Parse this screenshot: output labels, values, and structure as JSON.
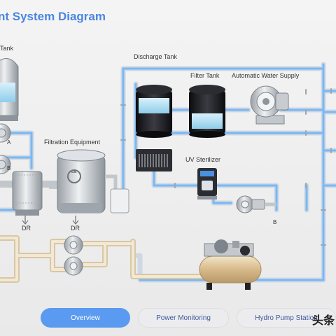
{
  "page": {
    "title": "nt System Diagram"
  },
  "labels": {
    "tank_partial": "Tank",
    "discharge_tank": "Discharge Tank",
    "filter_tank": "Filter Tank",
    "auto_water_supply": "Automatic Water Supply",
    "filtration_equipment": "Filtration Equipment",
    "uv_sterilizer": "UV Sterilizer",
    "pump_a": "A",
    "pump_b": "B",
    "outlet_b": "B",
    "dr_left": "DR",
    "dr_right": "DR"
  },
  "tabs": [
    {
      "label": "Overview",
      "active": true
    },
    {
      "label": "Power Monitoring",
      "active": false
    },
    {
      "label": "Hydro Pump Station",
      "active": false
    }
  ],
  "watermark": "头条",
  "colors": {
    "accent": "#5a9af0",
    "title": "#4a86e0",
    "pipe_water": "#8ec4ff",
    "pipe_air": "#eadcc3",
    "water": "#bfe6f7"
  }
}
